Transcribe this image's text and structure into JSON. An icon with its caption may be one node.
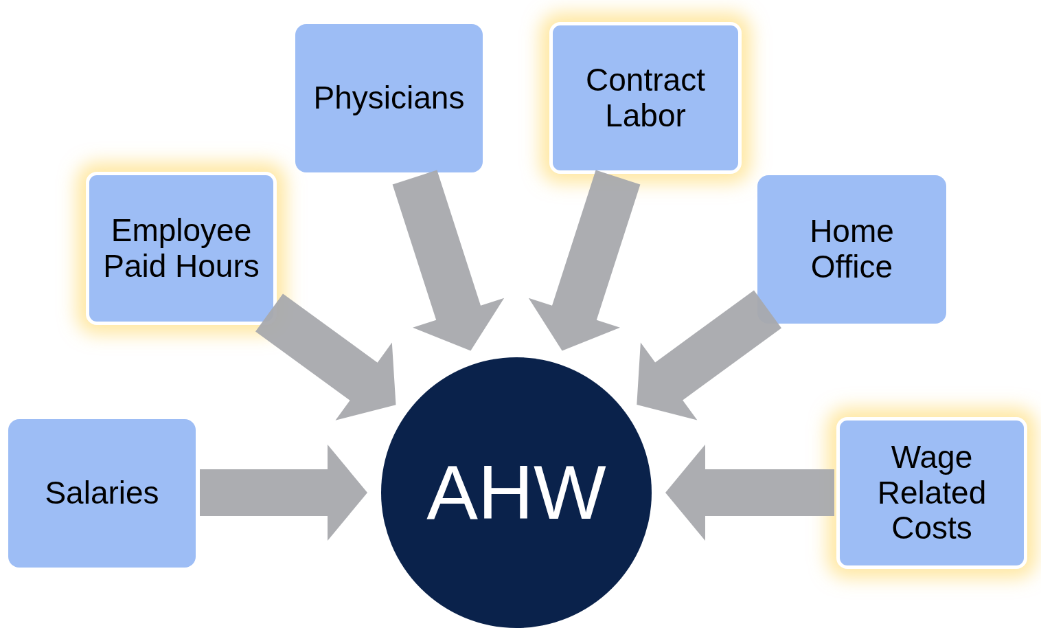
{
  "diagram": {
    "nodes": [
      {
        "text": [
          "Employee Paid Hours"
        ]
      },
      {
        "text": [
          "Physicians"
        ]
      },
      {
        "text": [
          "Contract Labor"
        ]
      },
      {
        "text": [
          "Home Office"
        ]
      },
      {
        "text": [
          "Salaries"
        ]
      },
      {
        "text": [
          "Wage Related Costs"
        ]
      },
      {
        "text": [
          "AHW"
        ]
      }
    ],
    "edges": [
      {
        "from": 0,
        "to": 6,
        "arrow": "to"
      },
      {
        "from": 1,
        "to": 6,
        "arrow": "to"
      },
      {
        "from": 2,
        "to": 6,
        "arrow": "to"
      },
      {
        "from": 3,
        "to": 6,
        "arrow": "to"
      },
      {
        "from": 4,
        "to": 6,
        "arrow": "to"
      },
      {
        "from": 5,
        "to": 6,
        "arrow": "to"
      }
    ]
  }
}
